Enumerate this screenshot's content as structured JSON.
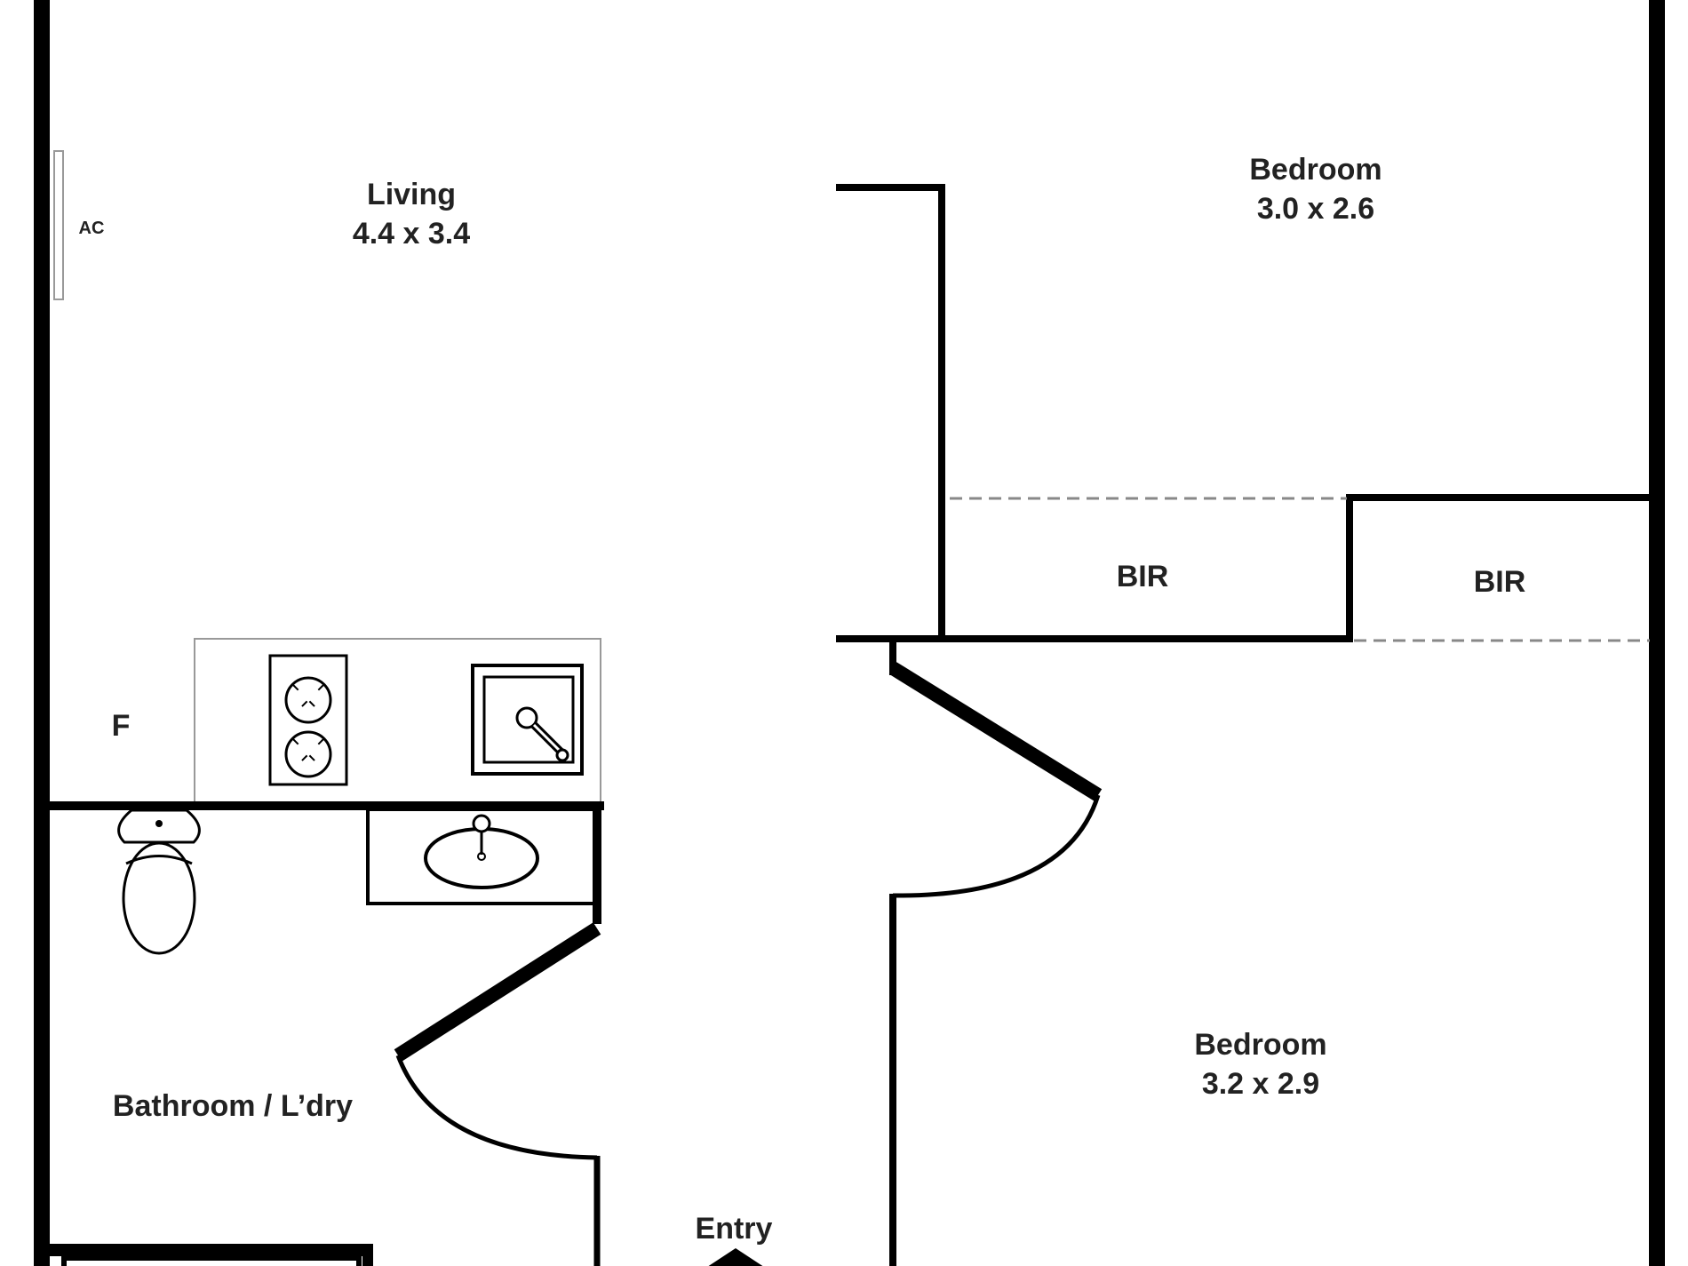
{
  "rooms": {
    "living": {
      "name": "Living",
      "size": "4.4 x 3.4"
    },
    "bedroom1": {
      "name": "Bedroom",
      "size": "3.0 x 2.6"
    },
    "bedroom2": {
      "name": "Bedroom",
      "size": "3.2 x 2.9"
    },
    "bir1": {
      "name": "BIR"
    },
    "bir2": {
      "name": "BIR"
    },
    "bathroom": {
      "name": "Bathroom / L’dry"
    },
    "entry": {
      "name": "Entry"
    }
  },
  "fixtures": {
    "ac": "AC",
    "fridge": "F"
  },
  "colors": {
    "wall": "#000000",
    "dashed": "#888888",
    "counter": "#999999"
  }
}
